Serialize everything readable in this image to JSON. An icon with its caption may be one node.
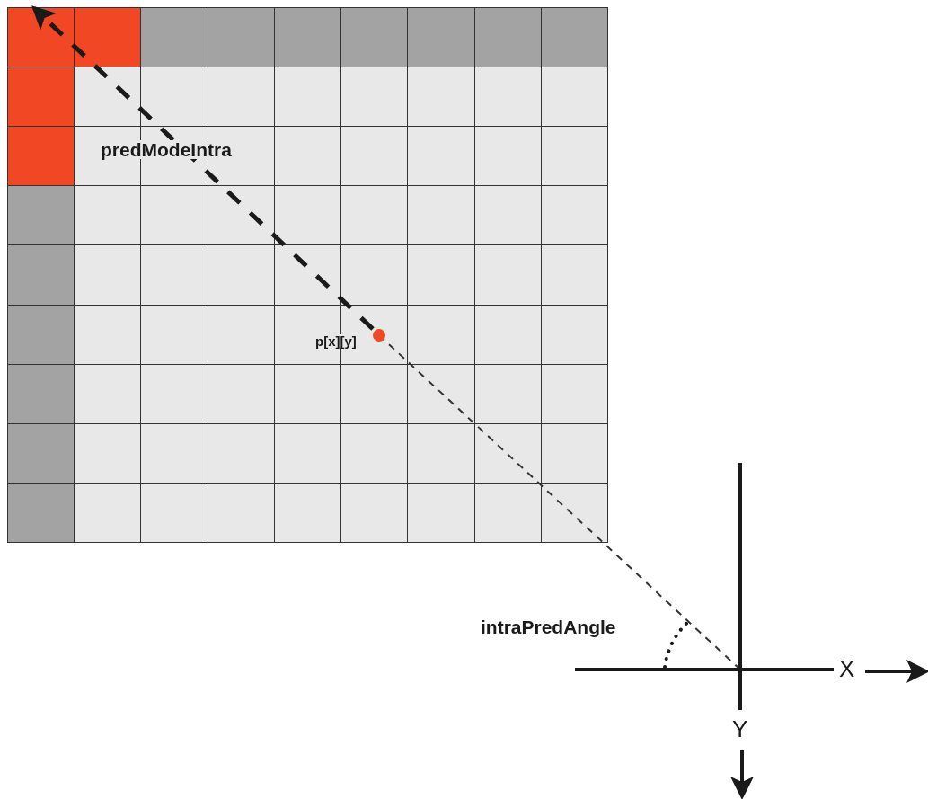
{
  "diagram": {
    "labels": [
      "predModeIntra",
      "p[x][y]",
      "intraPredAngle",
      "X",
      "Y"
    ]
  }
}
